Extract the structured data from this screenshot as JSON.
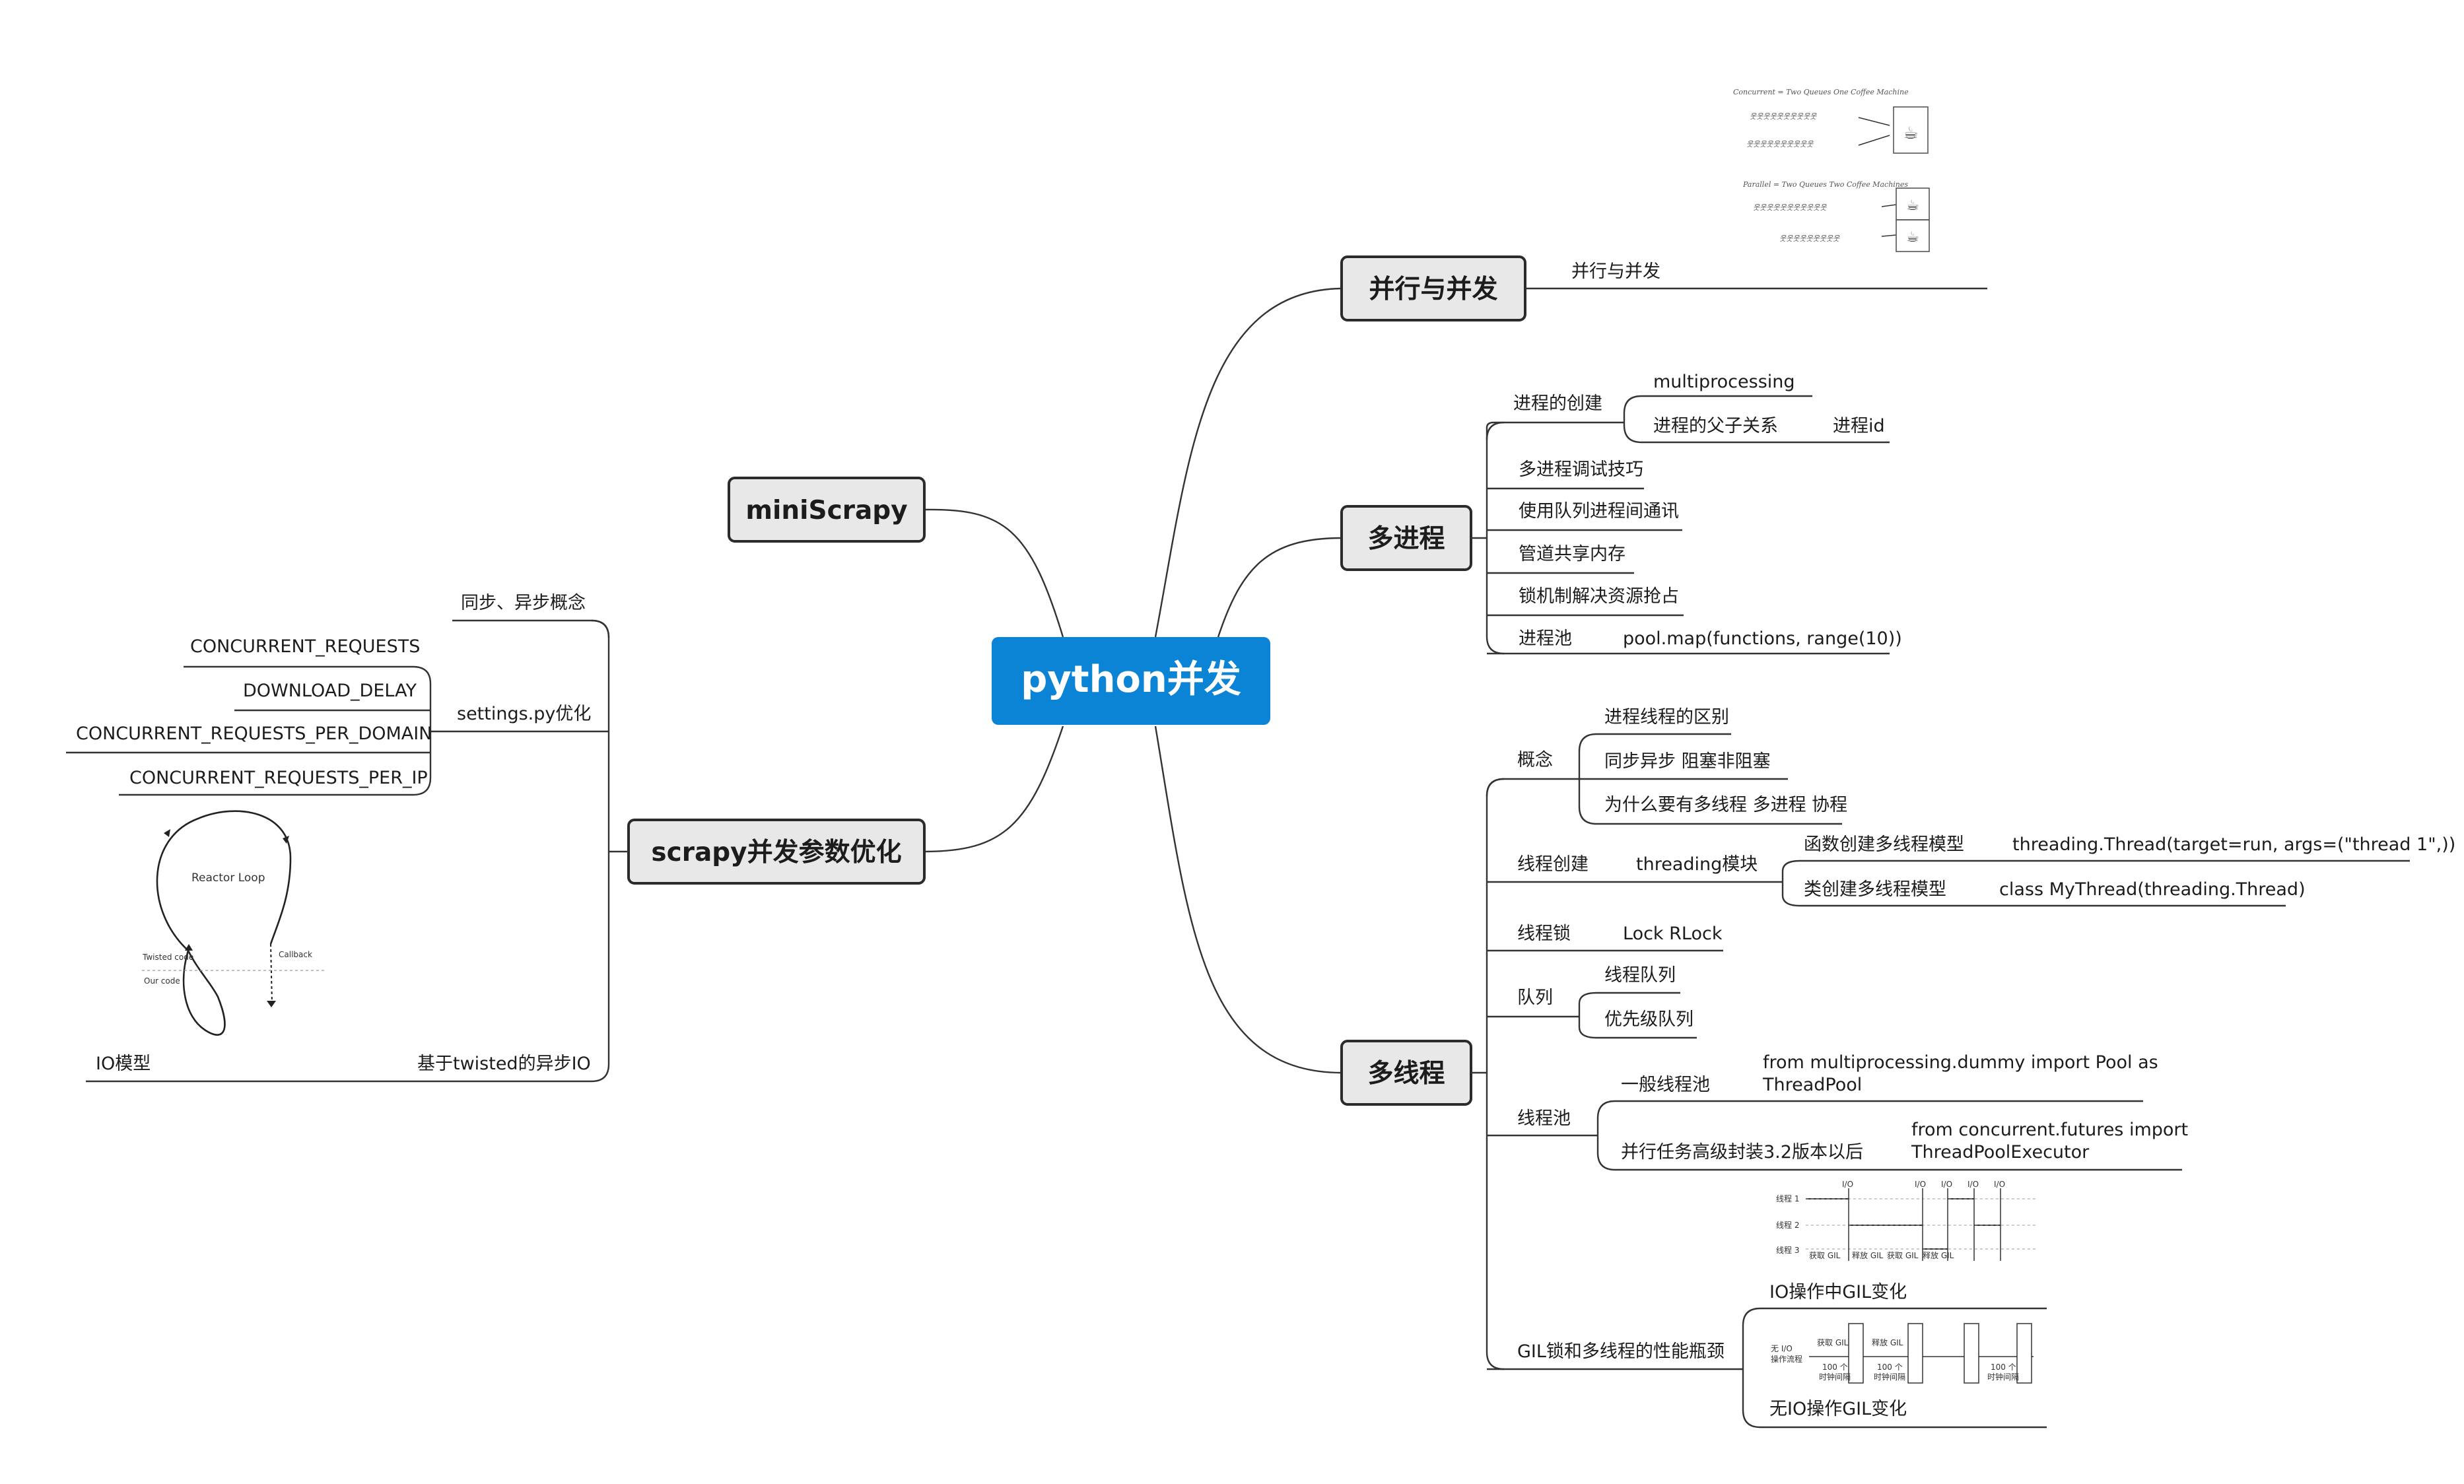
{
  "central": "python并发",
  "topics": {
    "parallel": "并行与并发",
    "multiprocess": "多进程",
    "multithread": "多线程",
    "miniscrapy": "miniScrapy",
    "scrapy": "scrapy并发参数优化"
  },
  "parallel": {
    "sub": "并行与并发",
    "image": {
      "concurrent_title": "Concurrent = Two Queues One Coffee Machine",
      "parallel_title": "Parallel = Two Queues Two Coffee Machines"
    }
  },
  "multiprocess": {
    "create": "进程的创建",
    "create_children": [
      "multiprocessing",
      "进程的父子关系"
    ],
    "process_id": "进程id",
    "debug": "多进程调试技巧",
    "queue": "使用队列进程间通讯",
    "pipe": "管道共享内存",
    "lock": "锁机制解决资源抢占",
    "pool": "进程池",
    "pool_map": "pool.map(functions, range(10))"
  },
  "multithread": {
    "concept": "概念",
    "concept_items": [
      "进程线程的区别",
      "同步异步 阻塞非阻塞",
      "为什么要有多线程 多进程 协程"
    ],
    "create": "线程创建",
    "threading_module": "threading模块",
    "func_model": "函数创建多线程模型",
    "func_code": "threading.Thread(target=run, args=(\"thread 1\",))",
    "class_model": "类创建多线程模型",
    "class_code": "class MyThread(threading.Thread)",
    "lock": "线程锁",
    "lock_value": "Lock RLock",
    "queue": "队列",
    "queue_items": [
      "线程队列",
      "优先级队列"
    ],
    "pool": "线程池",
    "general_pool": "一般线程池",
    "general_pool_code": [
      "from multiprocessing.dummy import Pool as",
      "ThreadPool"
    ],
    "parallel_pool": "并行任务高级封装3.2版本以后",
    "parallel_pool_code": [
      "from concurrent.futures import",
      "ThreadPoolExecutor"
    ],
    "gil": "GIL锁和多线程的性能瓶颈",
    "gil_io": "IO操作中GIL变化",
    "gil_noio": "无IO操作GIL变化",
    "gil_chart1": {
      "rows": [
        "线程 1",
        "线程 2",
        "线程 3"
      ],
      "io_labels": [
        "I/O",
        "I/O",
        "I/O",
        "I/O",
        "I/O"
      ],
      "bottom_labels": [
        "获取 GIL",
        "释放 GIL",
        "获取 GIL",
        "释放 GIL"
      ]
    },
    "gil_chart2": {
      "left_label": [
        "无 I/O",
        "操作流程"
      ],
      "top_labels": [
        "获取 GIL",
        "释放 GIL"
      ],
      "box_labels": [
        "100 个",
        "时钟间隔"
      ]
    }
  },
  "scrapy": {
    "sync_async": "同步、异步概念",
    "settings": "settings.py优化",
    "settings_items": [
      "CONCURRENT_REQUESTS",
      "DOWNLOAD_DELAY",
      "CONCURRENT_REQUESTS_PER_DOMAIN",
      "CONCURRENT_REQUESTS_PER_IP"
    ],
    "twisted": "基于twisted的异步IO",
    "io_model": "IO模型",
    "reactor": {
      "title": "Reactor Loop",
      "twisted_code": "Twisted code",
      "our_code": "Our code",
      "callback": "Callback"
    }
  },
  "colors": {
    "central": "#0b84d6",
    "topic_fill": "#e8e8e8",
    "line": "#333333"
  }
}
